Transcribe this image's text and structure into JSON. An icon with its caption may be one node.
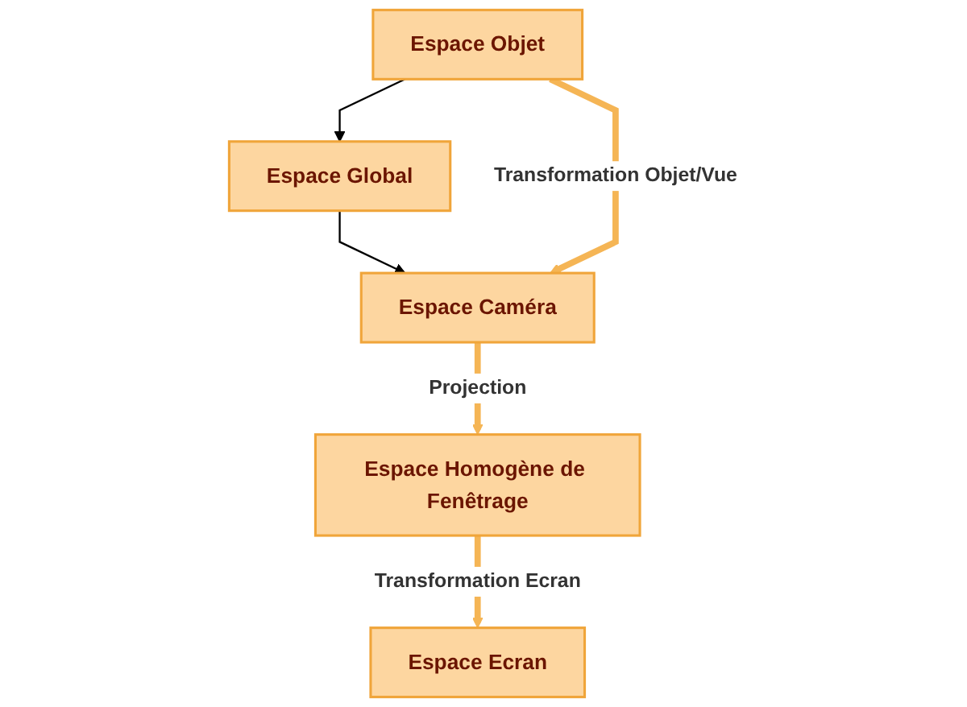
{
  "diagram": {
    "nodes": [
      {
        "text": [
          "Espace Global"
        ]
      },
      {
        "text": [
          "Espace Objet"
        ]
      },
      {
        "text": [
          "Espace Caméra"
        ]
      },
      {
        "text": [
          "Espace Homogène de Fenêtrage"
        ]
      },
      {
        "text": [
          "Espace Ecran"
        ]
      }
    ],
    "edges": [
      {
        "from": 1,
        "to": 0,
        "arrow": "to",
        "color": "#000000"
      },
      {
        "from": 0,
        "to": 2,
        "arrow": "to",
        "color": "#000000"
      },
      {
        "from": 1,
        "to": 2,
        "arrow": "to",
        "label": "Transformation Objet/Vue"
      },
      {
        "from": 2,
        "to": 3,
        "arrow": "to",
        "label": "Projection"
      },
      {
        "from": 3,
        "to": 4,
        "arrow": "to",
        "label": "Transformation Ecran"
      }
    ]
  }
}
